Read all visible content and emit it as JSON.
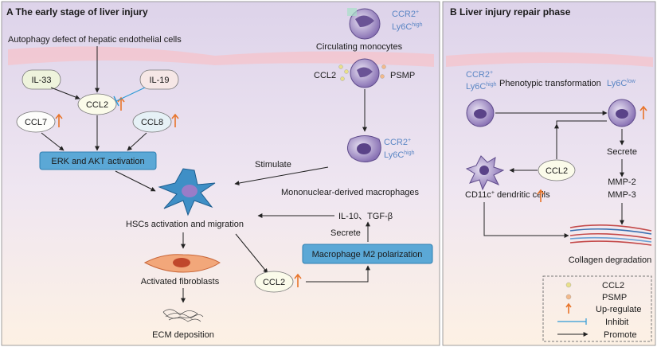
{
  "panel_a": {
    "title": "A The early stage of liver injury",
    "autophagy": "Autophagy defect of hepatic endothelial cells",
    "il33": "IL-33",
    "il19": "IL-19",
    "ccl2": "CCL2",
    "ccl7": "CCL7",
    "ccl8": "CCL8",
    "erk_akt": "ERK and AKT activation",
    "ccr2_top": "CCR2",
    "ccr2_sup": "+",
    "ly6c": "Ly6C",
    "ly6c_sup_high": "high",
    "circulating": "Circulating monocytes",
    "ccl2_secr": "CCL2",
    "psmp": "PSMP",
    "stimulate": "Stimulate",
    "mono_macro": "Mononuclear-derived macrophages",
    "hscs": "HSCs activation and migration",
    "il10": "IL-10、TGF-β",
    "secrete": "Secrete",
    "m2": "Macrophage M2 polarization",
    "activated_fib": "Activated fibroblasts",
    "ccl2_low": "CCL2",
    "ecm": "ECM deposition"
  },
  "panel_b": {
    "title": "B Liver injury repair phase",
    "ccr2": "CCR2",
    "ccr2_sup": "+",
    "ly6c": "Ly6C",
    "ly6c_sup_high": "high",
    "phenotypic": "Phenotypic transformation",
    "ly6c_low": "Ly6C",
    "ly6c_sup_low": "low",
    "secrete": "Secrete",
    "ccl2": "CCL2",
    "dendritic": "CD11c",
    "dendritic_sup": "+",
    "dendritic_tail": " dendritic cells",
    "mmp2": "MMP-2",
    "mmp3": "MMP-3",
    "collagen": "Collagen degradation"
  },
  "legend": {
    "ccl2": "CCL2",
    "psmp": "PSMP",
    "up": "Up-regulate",
    "inhibit": "Inhibit",
    "promote": "Promote"
  },
  "colors": {
    "panel_top": "#ddd3ea",
    "panel_bottom": "#fdf3e6",
    "cell_purple": "#8a73b5",
    "activation_box": "#5ba8d6",
    "up_arrow": "#e8742a",
    "inhibit_line": "#2f9ad6"
  }
}
